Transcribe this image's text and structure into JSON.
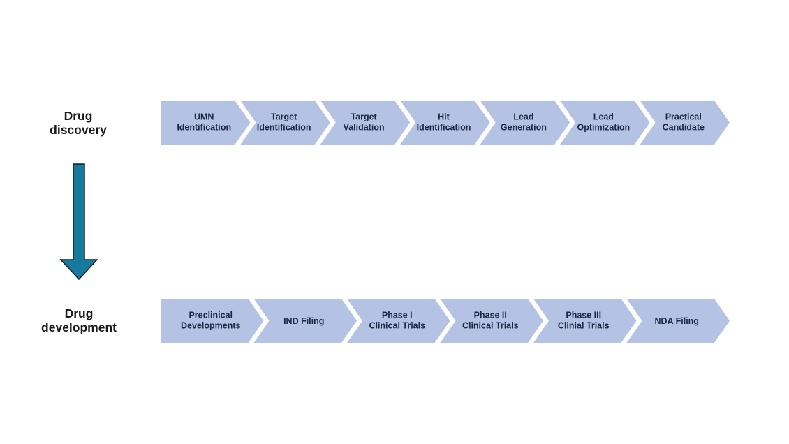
{
  "page": {
    "background": "#ffffff"
  },
  "colors": {
    "step_fill": "#b4c2e4",
    "step_text": "#1e2742",
    "title_text": "#1a1a1a",
    "arrow_fill": "#157a9e",
    "arrow_stroke": "#1a1a1a"
  },
  "diagram": {
    "rows": [
      {
        "id": "drug-discovery",
        "title_lines": [
          "Drug",
          "discovery"
        ],
        "steps": [
          {
            "lines": [
              "UMN",
              "Identification"
            ]
          },
          {
            "lines": [
              "Target",
              "Identification"
            ]
          },
          {
            "lines": [
              "Target",
              "Validation"
            ]
          },
          {
            "lines": [
              "Hit",
              "Identification"
            ]
          },
          {
            "lines": [
              "Lead",
              "Generation"
            ]
          },
          {
            "lines": [
              "Lead",
              "Optimization"
            ]
          },
          {
            "lines": [
              "Practical",
              "Candidate"
            ]
          }
        ]
      },
      {
        "id": "drug-development",
        "title_lines": [
          "Drug",
          "development"
        ],
        "steps": [
          {
            "lines": [
              "Preclinical",
              "Developments"
            ]
          },
          {
            "lines": [
              "IND Filing"
            ]
          },
          {
            "lines": [
              "Phase I",
              "Clinical Trials"
            ]
          },
          {
            "lines": [
              "Phase II",
              "Clinical Trials"
            ]
          },
          {
            "lines": [
              "Phase III",
              "Clinial Trials"
            ]
          },
          {
            "lines": [
              "NDA Filing"
            ]
          }
        ]
      }
    ],
    "connector": {
      "type": "down-arrow"
    }
  }
}
